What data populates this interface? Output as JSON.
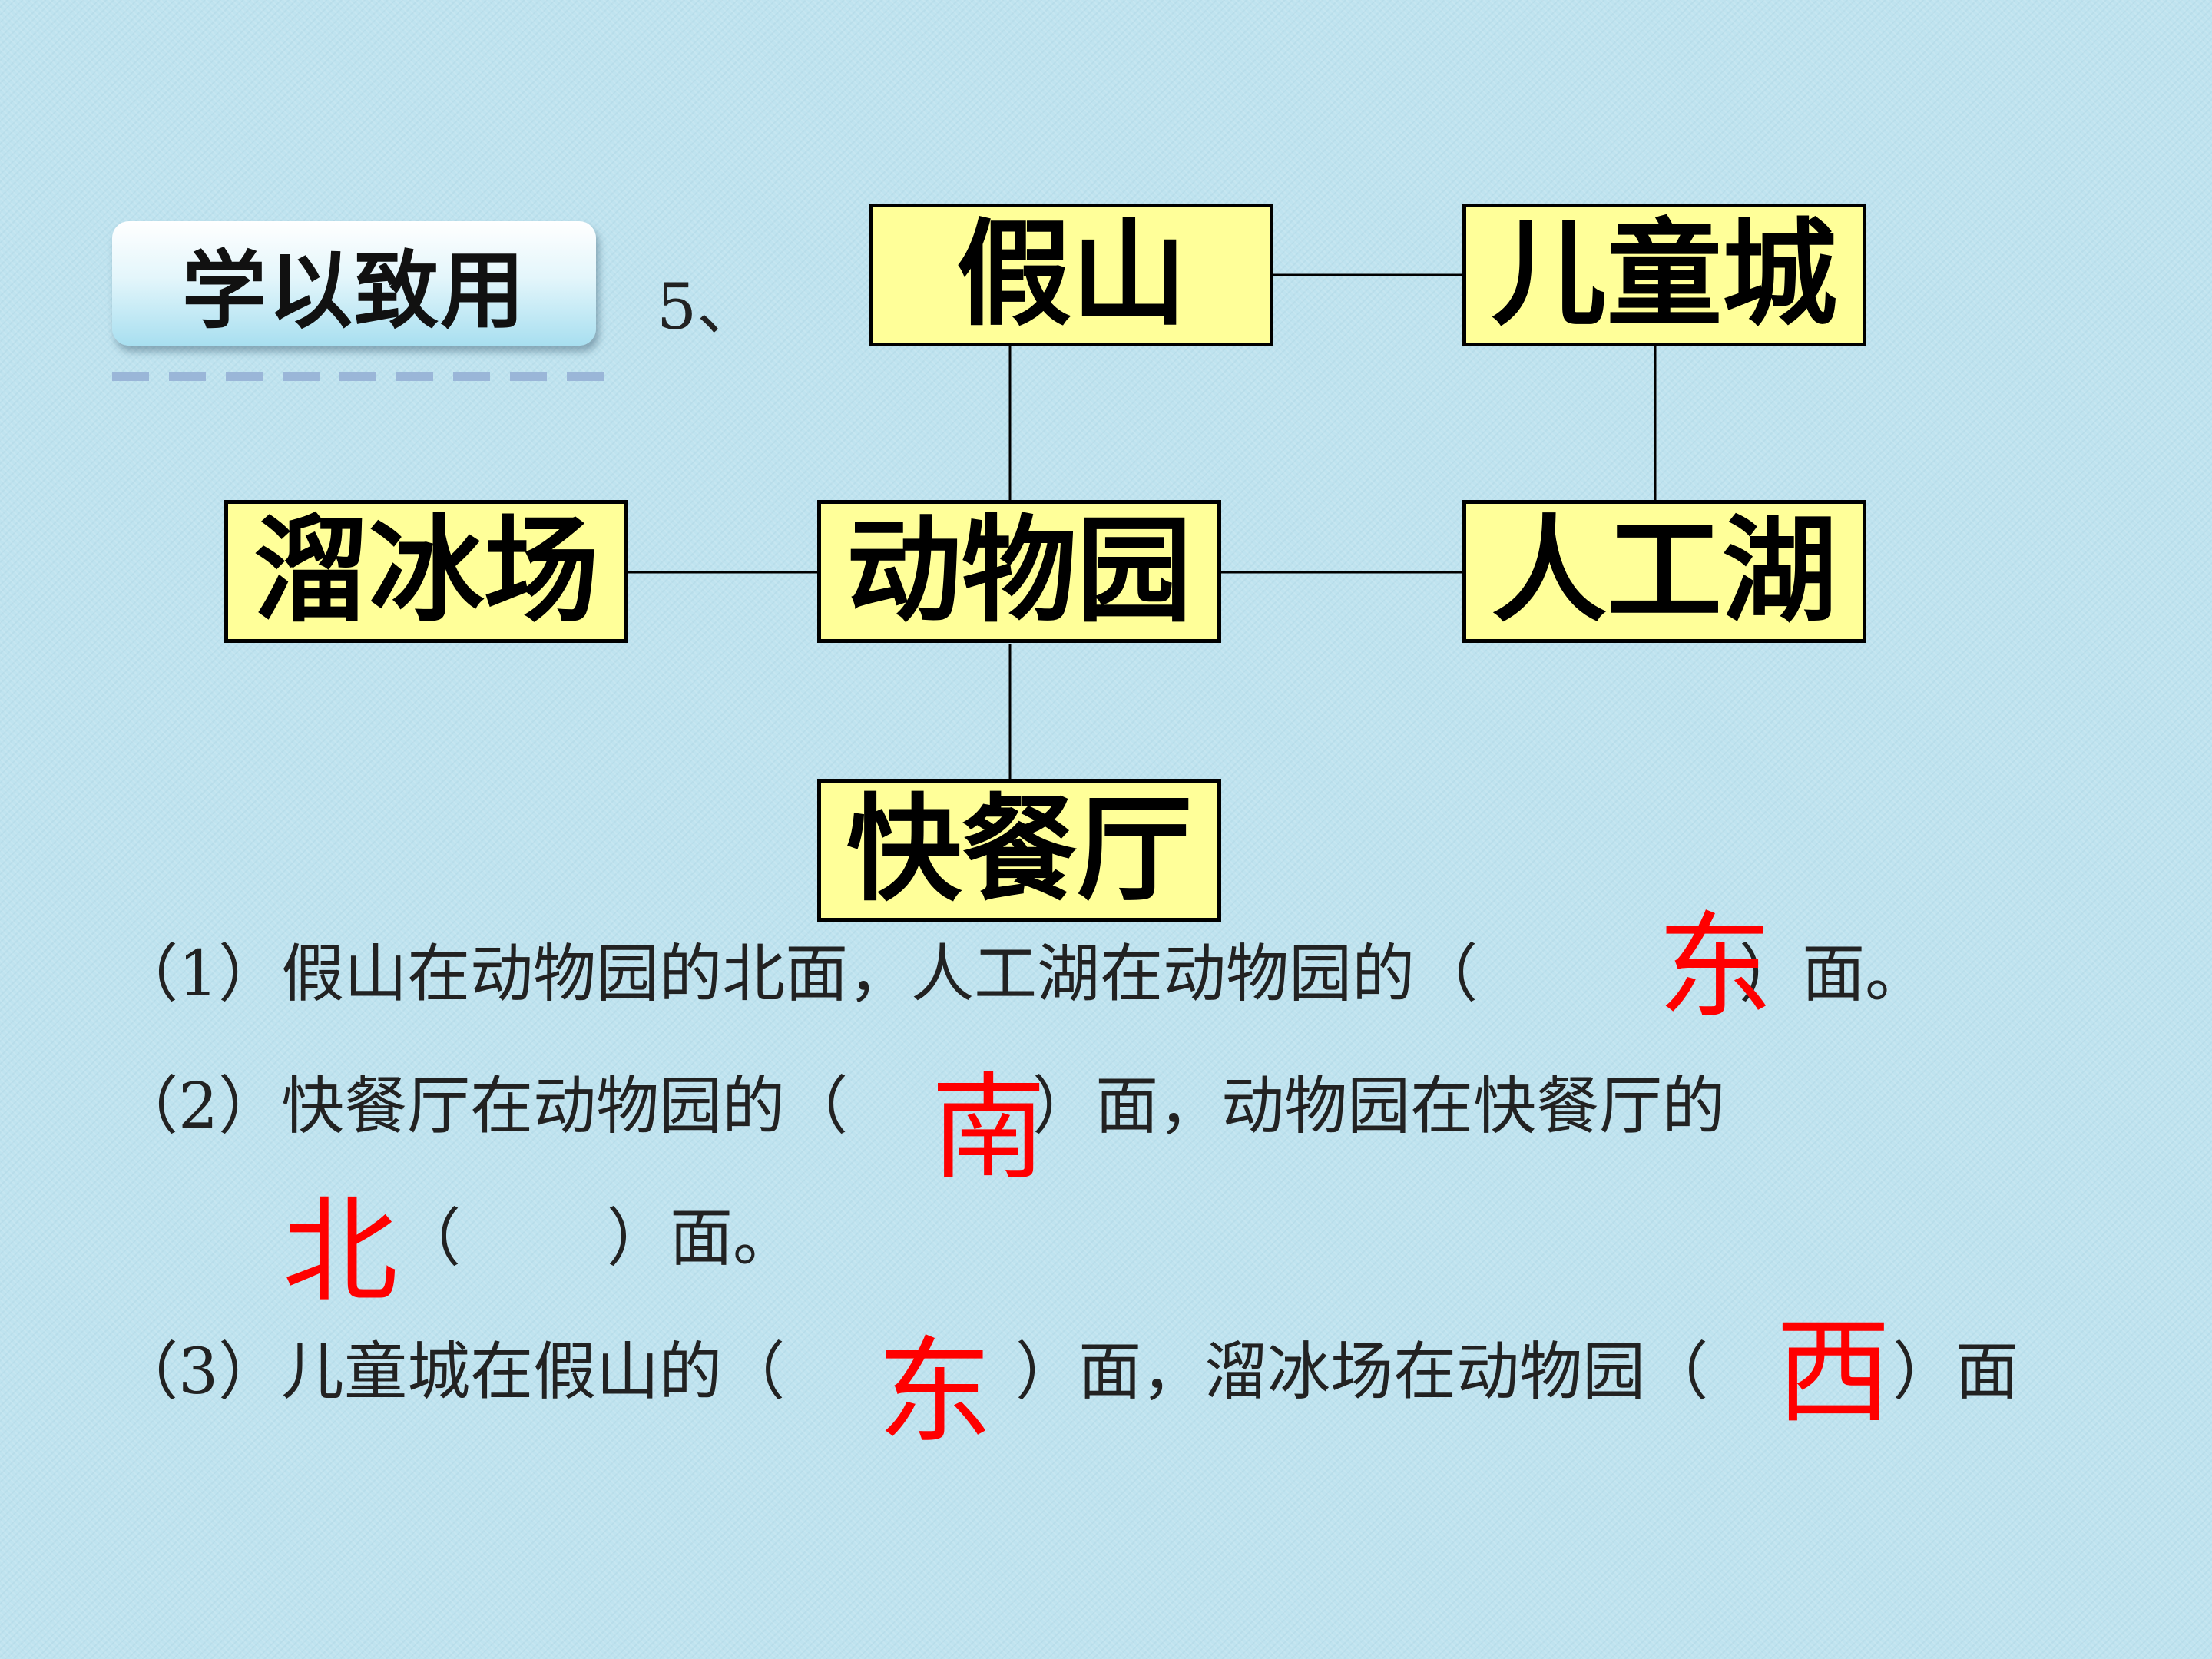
{
  "badge": {
    "label": "学以致用"
  },
  "question_number": "5、",
  "map": {
    "jiashan": "假山",
    "ertongcheng": "儿童城",
    "liubingchang": "溜冰场",
    "dongwuyuan": "动物园",
    "rengonghu": "人工湖",
    "kuaicanting": "快餐厅"
  },
  "questions": [
    {
      "before": "（1）假山在动物园的北面，人工湖在动物园的（",
      "after": "）面。"
    },
    {
      "before": "（2）快餐厅在动物园的（",
      "after": "）面，动物园在快餐厅的"
    },
    {
      "before": "（",
      "after": "）面。"
    },
    {
      "before": "（3）儿童城在假山的（",
      "mid": "）面，溜冰场在动物园（",
      "after": "）面"
    }
  ],
  "answers": {
    "q1": "东",
    "q2a": "南",
    "q2b": "北",
    "q3a": "东",
    "q3b": "西"
  }
}
